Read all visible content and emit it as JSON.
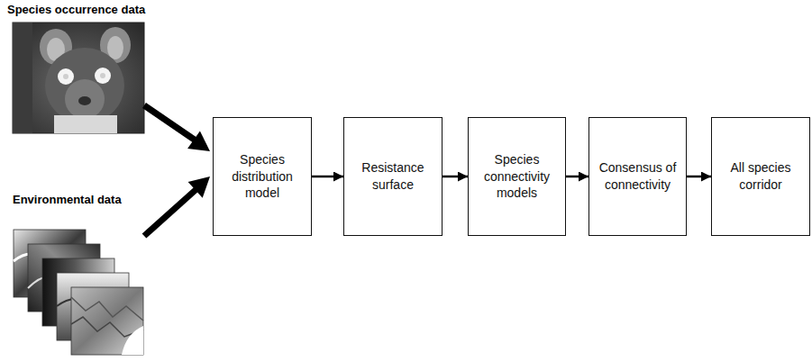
{
  "diagram": {
    "nodes": [
      {
        "text": [
          "Species distribution model"
        ]
      },
      {
        "text": [
          "Resistance surface"
        ]
      },
      {
        "text": [
          "Species connectivity models"
        ]
      },
      {
        "text": [
          "Consensus of connectivity"
        ]
      },
      {
        "text": [
          "All species corridor"
        ]
      }
    ],
    "edges": [
      {
        "from": 0,
        "to": 1,
        "arrow": "to"
      },
      {
        "from": 1,
        "to": 2,
        "arrow": "to"
      },
      {
        "from": 2,
        "to": 3,
        "arrow": "to"
      },
      {
        "from": 3,
        "to": 4,
        "arrow": "to"
      }
    ],
    "labels": [
      "Species occurrence data",
      "Environmental data"
    ]
  }
}
